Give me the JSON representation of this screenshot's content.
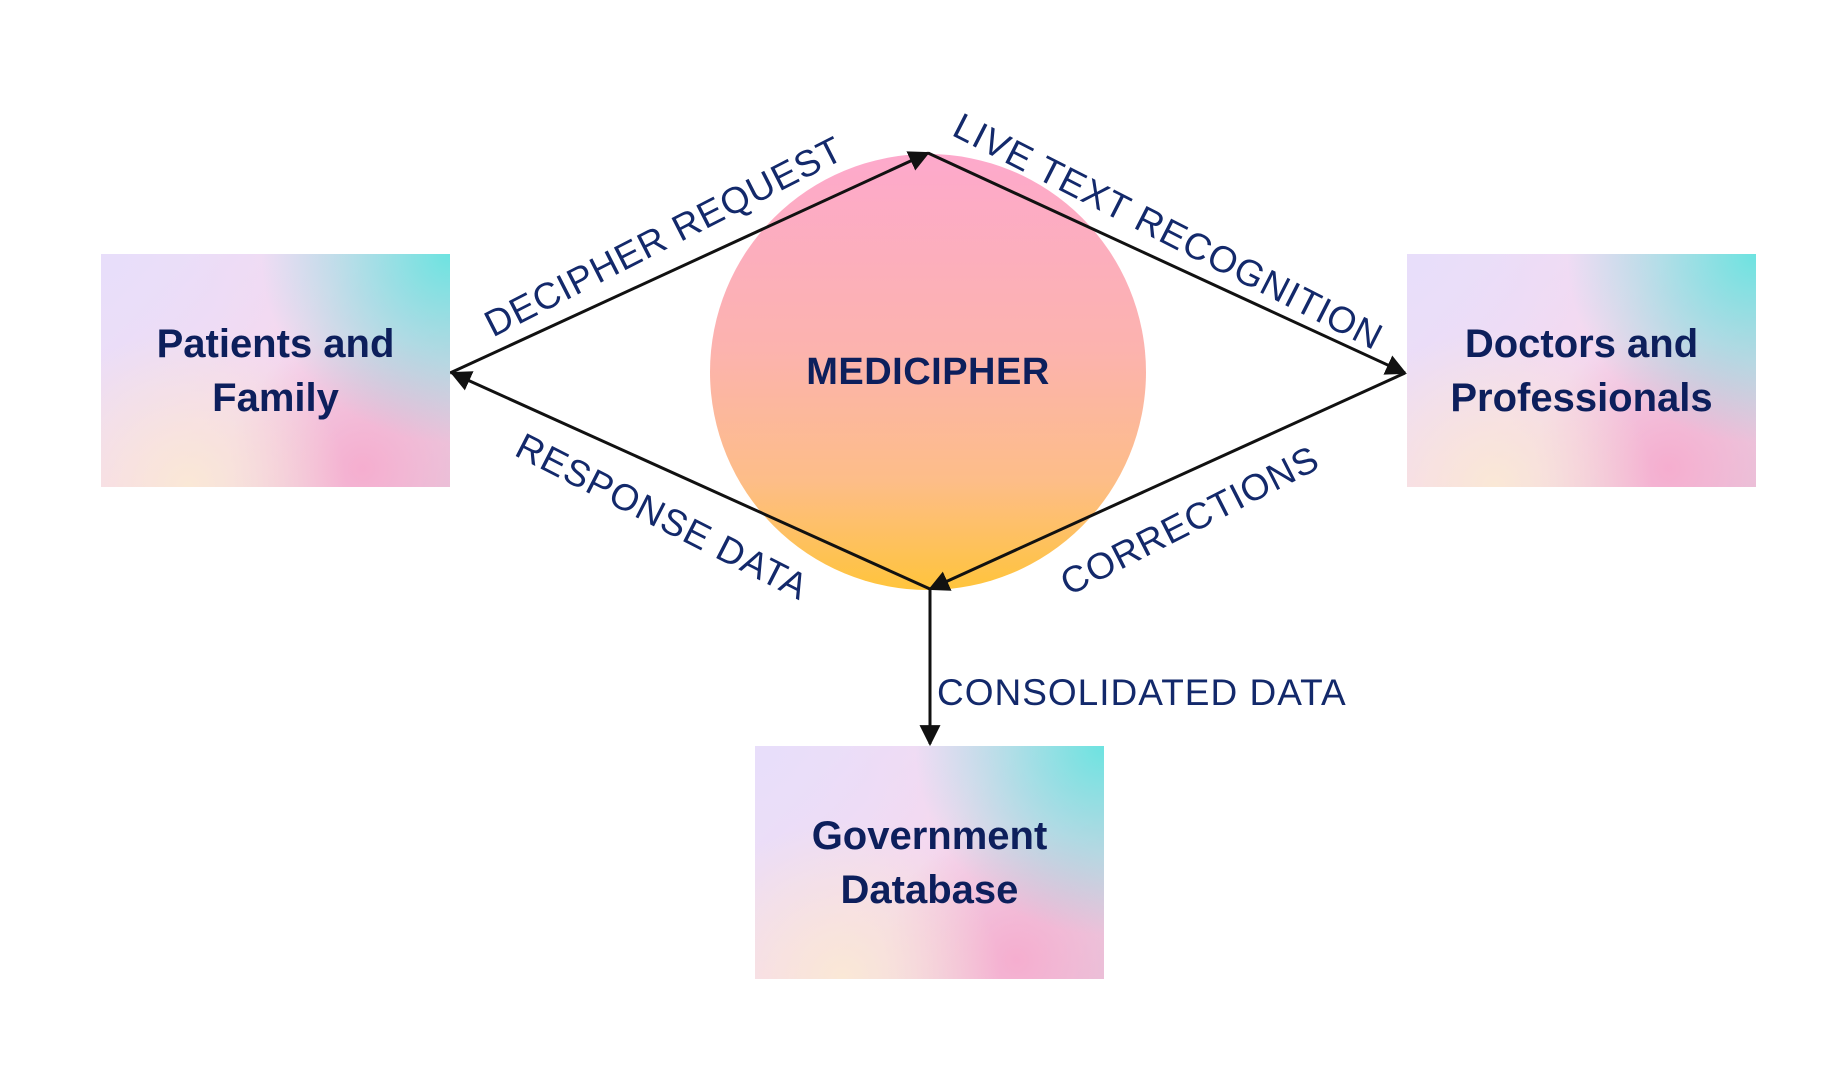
{
  "nodes": {
    "patients": "Patients and\nFamily",
    "doctors": "Doctors and\nProfessionals",
    "government": "Government\nDatabase",
    "center": "MEDICIPHER"
  },
  "edges": {
    "decipher_request": "DECIPHER REQUEST",
    "live_text_recognition": "LIVE TEXT RECOGNITION",
    "response_data": "RESPONSE DATA",
    "corrections": "CORRECTIONS",
    "consolidated_data": "CONSOLIDATED DATA"
  },
  "colors": {
    "text": "#0d1f5c",
    "arrow": "#111111"
  }
}
